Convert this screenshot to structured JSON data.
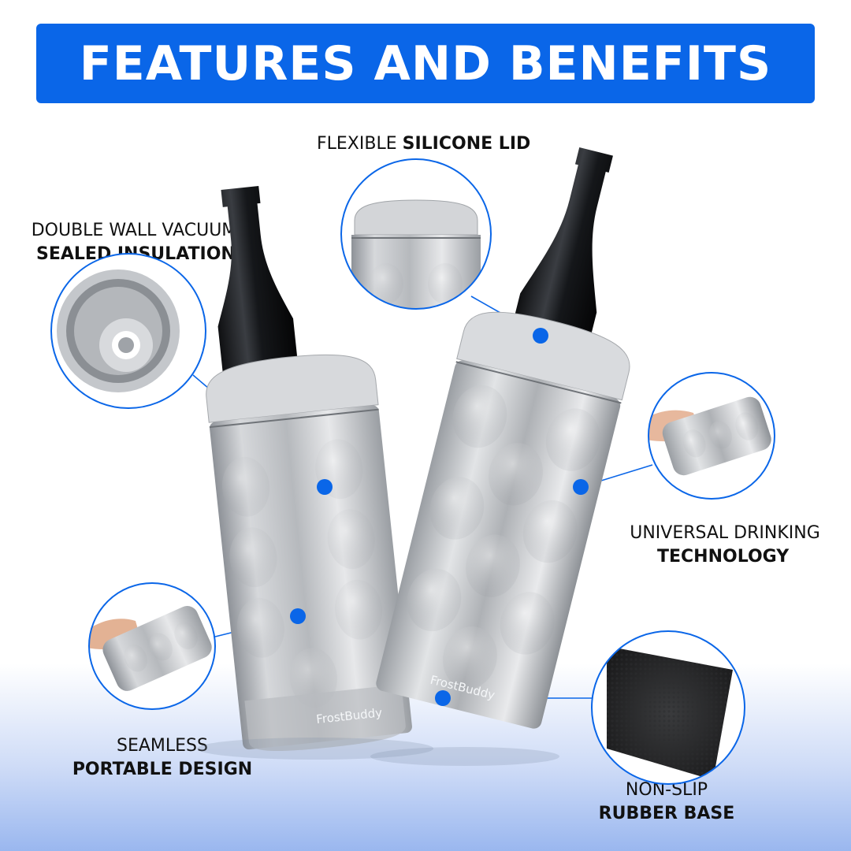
{
  "title": "FEATURES AND BENEFITS",
  "features": [
    {
      "id": "lid",
      "light": "FLEXIBLE ",
      "bold": "SILICONE LID"
    },
    {
      "id": "insulation",
      "light": "DOUBLE WALL VACUUM",
      "bold": "SEALED INSULATION"
    },
    {
      "id": "drinking",
      "light": "UNIVERSAL DRINKING",
      "bold": "TECHNOLOGY"
    },
    {
      "id": "portable",
      "light": "SEAMLESS",
      "bold": "PORTABLE DESIGN"
    },
    {
      "id": "base",
      "light": "NON-SLIP",
      "bold": "RUBBER BASE"
    }
  ],
  "brand": "FrostBuddy",
  "colors": {
    "accent": "#0a66e8",
    "text": "#111111",
    "steel": "#c9ccd0",
    "bottle": "#1e2024"
  },
  "icons": [
    "leader-dot-icon",
    "zoom-circle-icon"
  ]
}
